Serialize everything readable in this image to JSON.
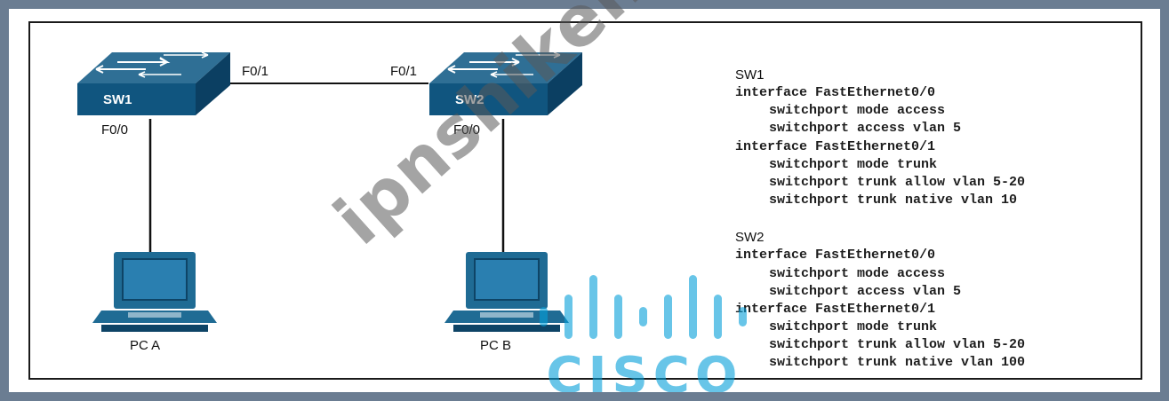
{
  "diagram": {
    "switches": [
      {
        "name": "SW1"
      },
      {
        "name": "SW2"
      }
    ],
    "ports": {
      "sw1_uplink": "F0/1",
      "sw2_uplink": "F0/1",
      "sw1_access": "F0/0",
      "sw2_access": "F0/0"
    },
    "pcs": [
      {
        "name": "PC A"
      },
      {
        "name": "PC B"
      }
    ]
  },
  "config": {
    "sw1": {
      "title": "SW1",
      "lines": [
        "interface FastEthernet0/0",
        "switchport mode access",
        "switchport access vlan 5",
        "interface FastEthernet0/1",
        "switchport mode trunk",
        "switchport trunk allow vlan 5-20",
        "switchport trunk native vlan 10"
      ]
    },
    "sw2": {
      "title": "SW2",
      "lines": [
        "interface FastEthernet0/0",
        "switchport mode access",
        "switchport access vlan 5",
        "interface FastEthernet0/1",
        "switchport mode trunk",
        "switchport trunk allow vlan 5-20",
        "switchport trunk native vlan 100"
      ]
    }
  },
  "watermark": {
    "site": "ipnshiken.com",
    "brand": "CISCO"
  },
  "colors": {
    "switch_top": "#2f6f95",
    "switch_front": "#10557f",
    "pc_body": "#1f6b94",
    "screen": "#2a7fb0",
    "cisco_blue": "#049fd9"
  }
}
